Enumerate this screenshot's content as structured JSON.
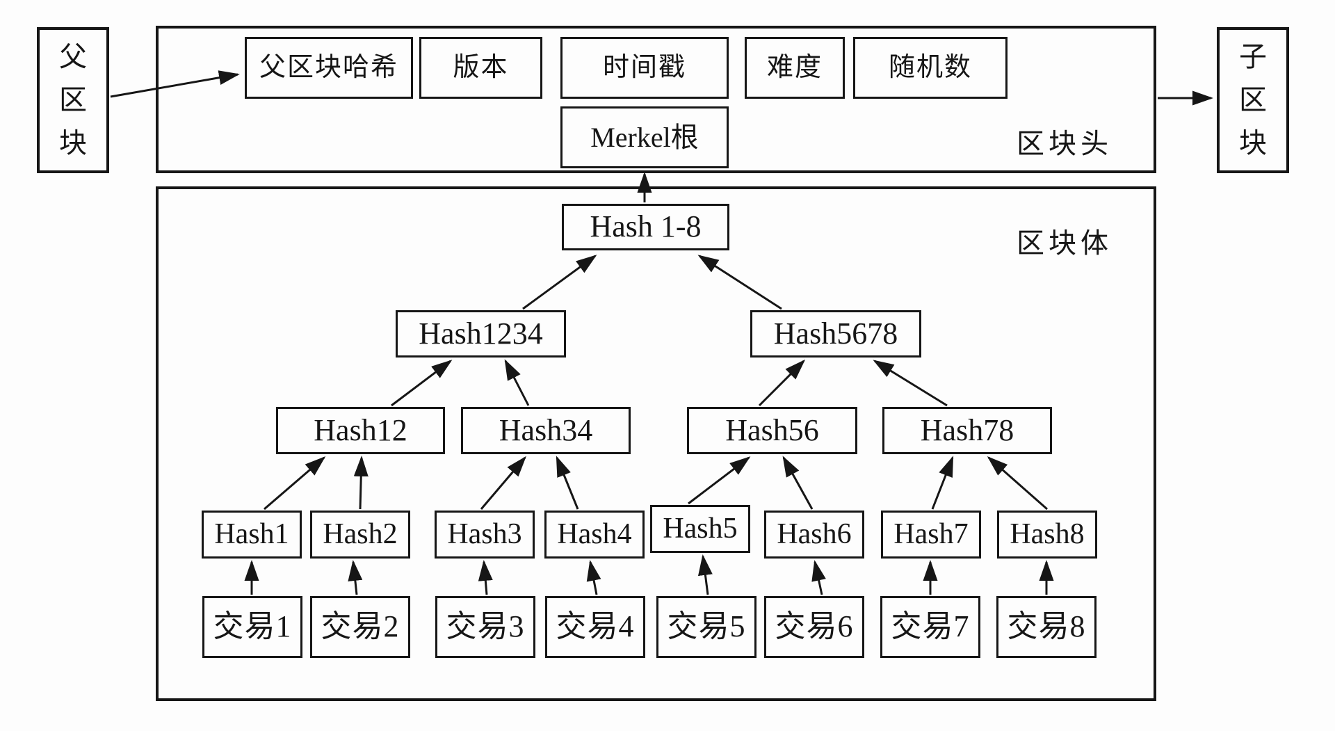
{
  "diagram": {
    "parent_block": {
      "label": "父区块"
    },
    "child_block": {
      "label": "子区块"
    },
    "block_header": {
      "section_label": "区块头",
      "fields": {
        "parent_hash": "父区块哈希",
        "version": "版本",
        "timestamp": "时间戳",
        "difficulty": "难度",
        "nonce": "随机数",
        "merkel_root": "Merkel根"
      }
    },
    "block_body": {
      "section_label": "区块体",
      "merkle_tree": {
        "root": "Hash 1-8",
        "level2": [
          "Hash1234",
          "Hash5678"
        ],
        "level3": [
          "Hash12",
          "Hash34",
          "Hash56",
          "Hash78"
        ],
        "leaf_hashes": [
          "Hash1",
          "Hash2",
          "Hash3",
          "Hash4",
          "Hash5",
          "Hash6",
          "Hash7",
          "Hash8"
        ],
        "transactions": [
          "交易1",
          "交易2",
          "交易3",
          "交易4",
          "交易5",
          "交易6",
          "交易7",
          "交易8"
        ]
      }
    },
    "colors": {
      "line": "#161616",
      "background": "#fdfdfd",
      "text": "#161616"
    }
  }
}
